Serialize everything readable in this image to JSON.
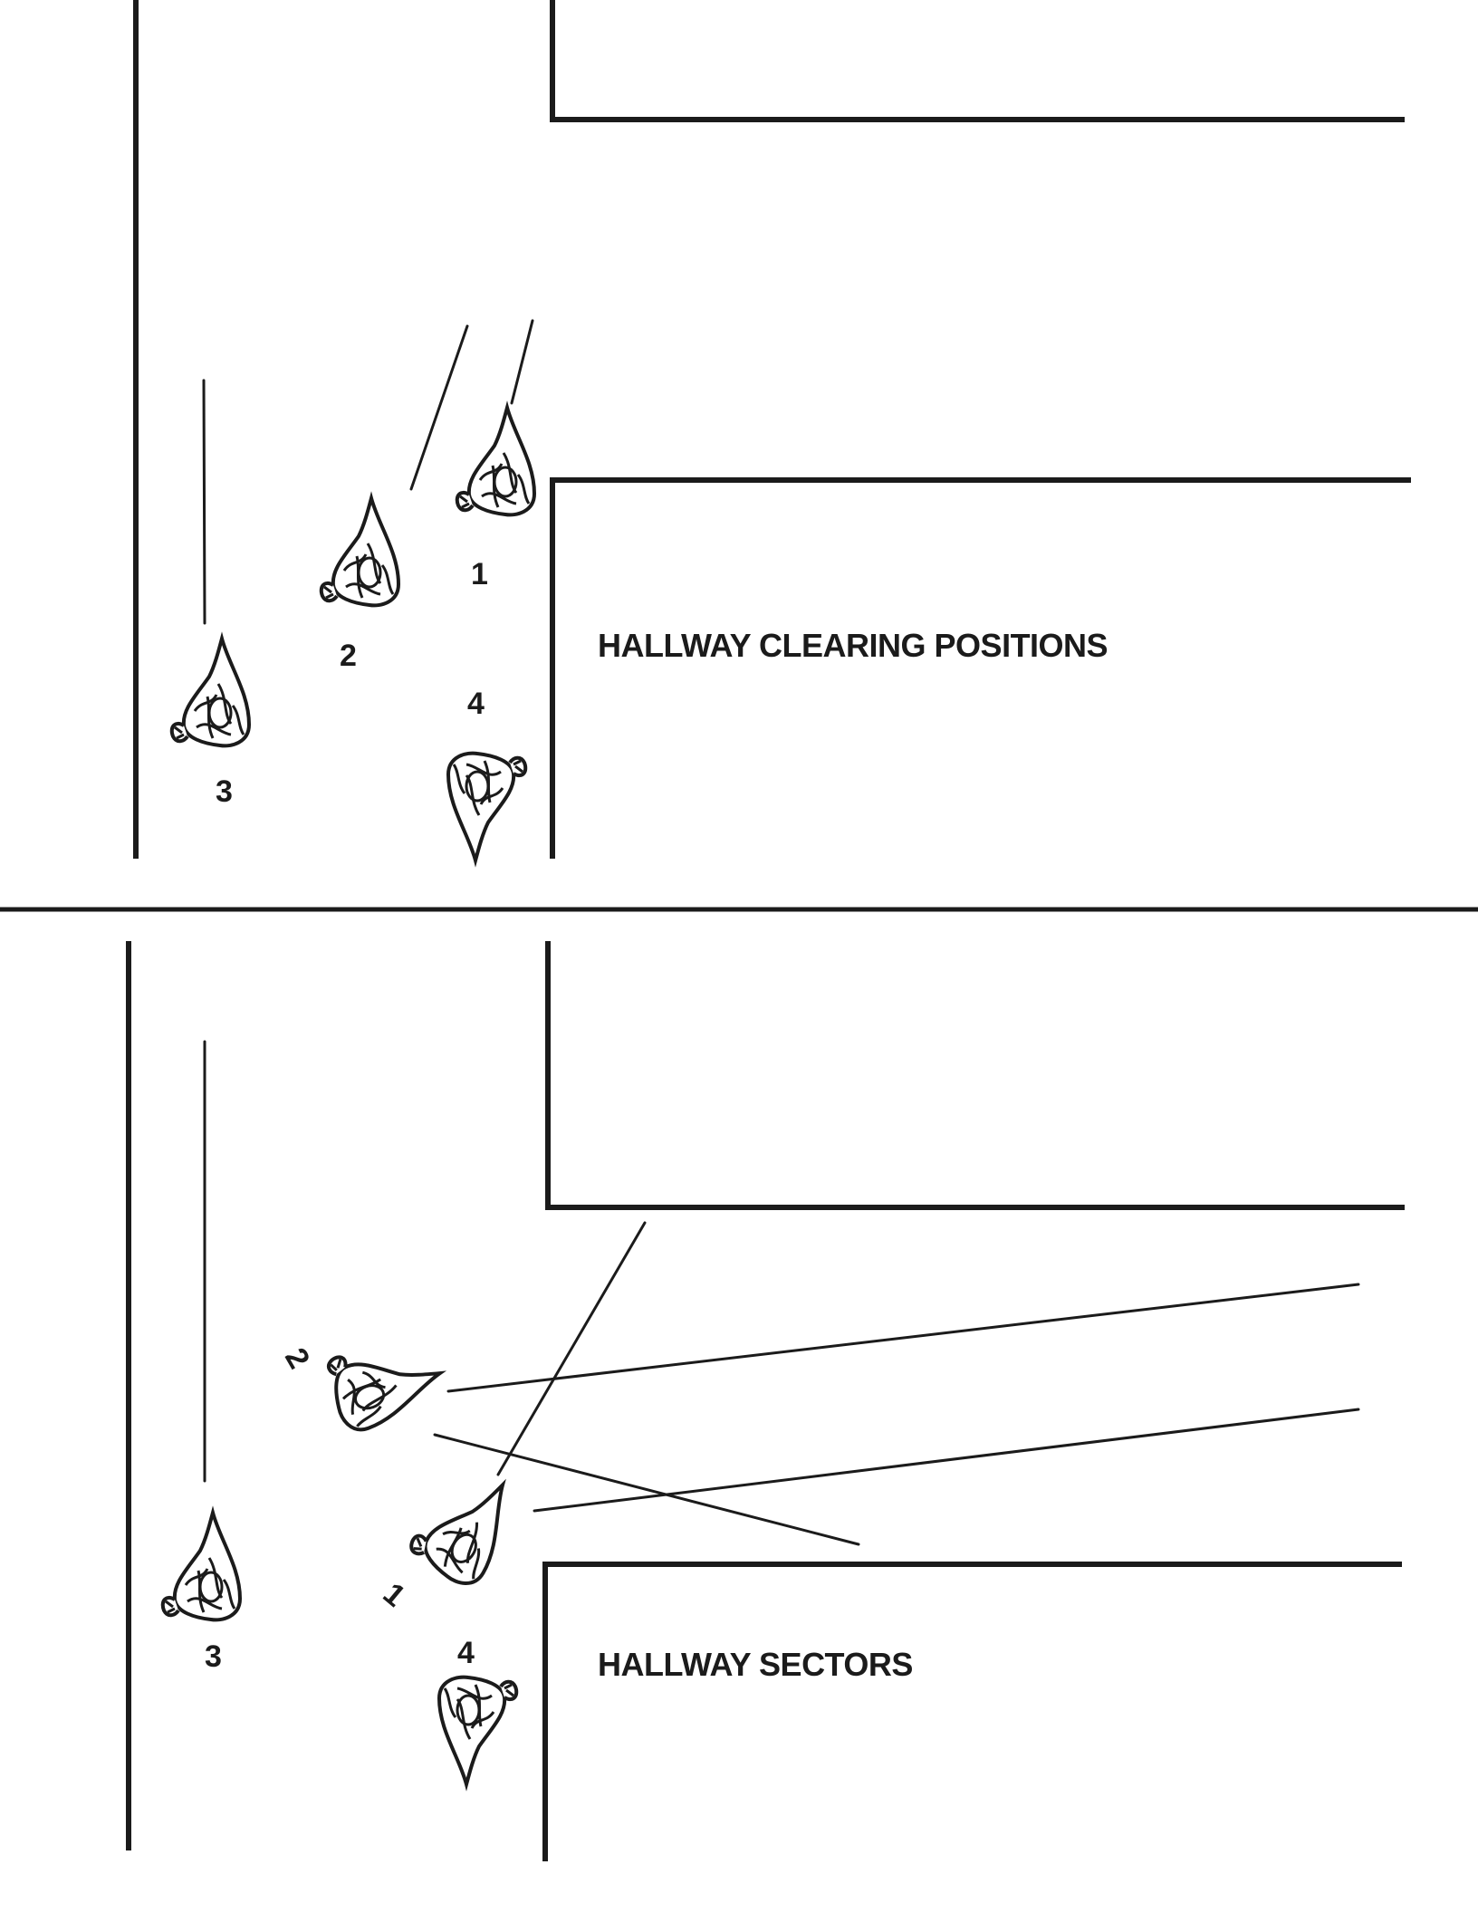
{
  "panels": {
    "top": {
      "caption": "HALLWAY CLEARING POSITIONS",
      "soldiers": [
        {
          "label": "1"
        },
        {
          "label": "2"
        },
        {
          "label": "3"
        },
        {
          "label": "4"
        }
      ]
    },
    "bottom": {
      "caption": "HALLWAY SECTORS",
      "soldiers": [
        {
          "label": "1"
        },
        {
          "label": "2"
        },
        {
          "label": "3"
        },
        {
          "label": "4"
        }
      ]
    }
  },
  "colors": {
    "ink": "#1b1b1b",
    "background": "#ffffff"
  }
}
